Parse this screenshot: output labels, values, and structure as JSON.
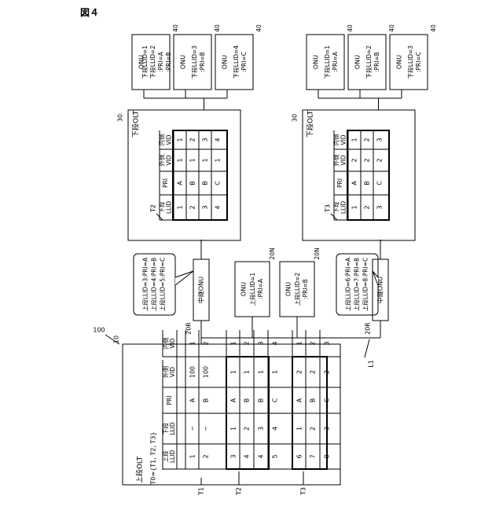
{
  "figure": {
    "title": "図４",
    "system_ref": "100",
    "line_ref": "L1"
  },
  "upper_olt": {
    "ref": "10",
    "title": "上段OLT",
    "group_def": "T0={T1, T2, T3}",
    "headers": [
      "上段\nLLID",
      "下段\nLLID",
      "PRI",
      "外側\nVID",
      "内側\nVID"
    ],
    "groups": [
      {
        "label": "T1",
        "rows": [
          [
            "1",
            "−",
            "A",
            "100",
            "1"
          ],
          [
            "2",
            "−",
            "B",
            "100",
            "2"
          ]
        ]
      },
      {
        "label": "T2",
        "rows": [
          [
            "3",
            "1",
            "A",
            "1",
            "1"
          ],
          [
            "4",
            "2",
            "B",
            "1",
            "2"
          ],
          [
            "4",
            "3",
            "B",
            "1",
            "3"
          ],
          [
            "5",
            "4",
            "C",
            "1",
            "4"
          ]
        ]
      },
      {
        "label": "T3",
        "rows": [
          [
            "6",
            "1",
            "A",
            "2",
            "1"
          ],
          [
            "7",
            "2",
            "B",
            "2",
            "2"
          ],
          [
            "8",
            "3",
            "C",
            "2",
            "3"
          ]
        ]
      }
    ]
  },
  "relays": [
    {
      "ref": "20R",
      "name": "中継ONU",
      "note": "上段LLID=3:PRI=A\n上段LLID=4:PRI=B\n上段LLID=5:PRI=C"
    },
    {
      "ref": "20R",
      "name": "中継ONU",
      "note": "上段LLID=6:PRI=A\n上段LLID=7:PRI=B\n上段LLID=8:PRI=C"
    }
  ],
  "direct_onus": [
    {
      "ref": "20N",
      "name": "ONU",
      "text": "上段LLID=1\n:PRI=A"
    },
    {
      "ref": "20N",
      "name": "ONU",
      "text": "上段LLID=2\n:PRI=B"
    }
  ],
  "lower_olts": [
    {
      "ref": "30",
      "title": "下段OLT",
      "table_label": "T2",
      "headers": [
        "下段\nLLID",
        "PRI",
        "外側\nVID",
        "内側\nVID"
      ],
      "rows": [
        [
          "1",
          "A",
          "1",
          "1"
        ],
        [
          "2",
          "B",
          "1",
          "2"
        ],
        [
          "3",
          "B",
          "1",
          "3"
        ],
        [
          "4",
          "C",
          "1",
          "4"
        ]
      ],
      "onus": [
        {
          "ref": "40",
          "name": "ONU",
          "text": "下段LLID=1\n下段LLID=2\n:PRI=A\n:PRI=B"
        },
        {
          "ref": "40",
          "name": "ONU",
          "text": "下段LLID=3\n:PRI=B"
        },
        {
          "ref": "40",
          "name": "ONU",
          "text": "下段LLID=4\n:PRI=C"
        }
      ]
    },
    {
      "ref": "30",
      "title": "下段OLT",
      "table_label": "T3",
      "headers": [
        "下段\nLLID",
        "PRI",
        "外側\nVID",
        "内側\nVID"
      ],
      "rows": [
        [
          "1",
          "A",
          "2",
          "1"
        ],
        [
          "2",
          "B",
          "2",
          "2"
        ],
        [
          "3",
          "C",
          "2",
          "3"
        ]
      ],
      "onus": [
        {
          "ref": "40",
          "name": "ONU",
          "text": "下段LLID=1\n:PRI=A"
        },
        {
          "ref": "40",
          "name": "ONU",
          "text": "下段LLID=2\n:PRI=B"
        },
        {
          "ref": "40",
          "name": "ONU",
          "text": "下段LLID=3\n:PRI=C"
        }
      ]
    }
  ]
}
